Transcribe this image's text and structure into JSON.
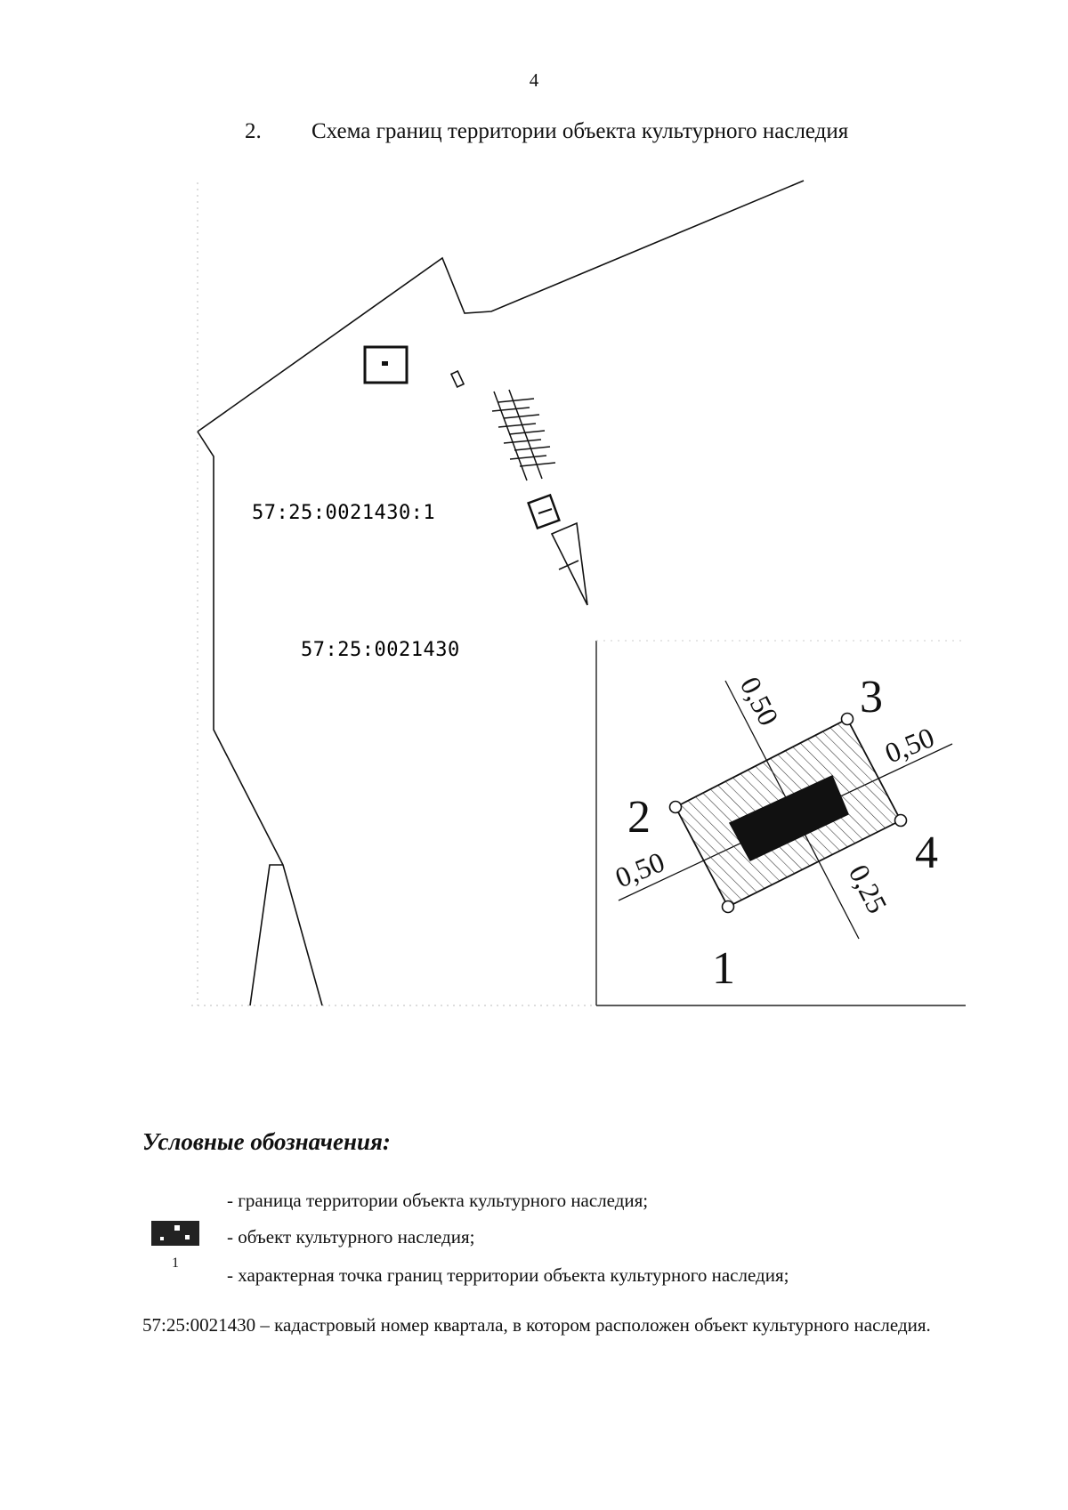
{
  "page_number": "4",
  "heading": {
    "number": "2.",
    "title": "Схема границ территории объекта культурного наследия"
  },
  "map": {
    "parcel_label": "57:25:0021430:1",
    "quarter_label": "57:25:0021430",
    "inset": {
      "points": [
        "1",
        "2",
        "3",
        "4"
      ],
      "dimensions": [
        "0,50",
        "0,50",
        "0,50",
        "0,25"
      ]
    }
  },
  "legend": {
    "title": "Условные обозначения:",
    "point_marker": "1",
    "items": [
      "- граница территории объекта культурного наследия;",
      "- объект культурного наследия;",
      "- характерная точка границ территории объекта культурного наследия;"
    ],
    "cadastral": {
      "code": "57:25:0021430",
      "description": " – кадастровый номер квартала, в котором расположен объект культурного наследия."
    }
  }
}
